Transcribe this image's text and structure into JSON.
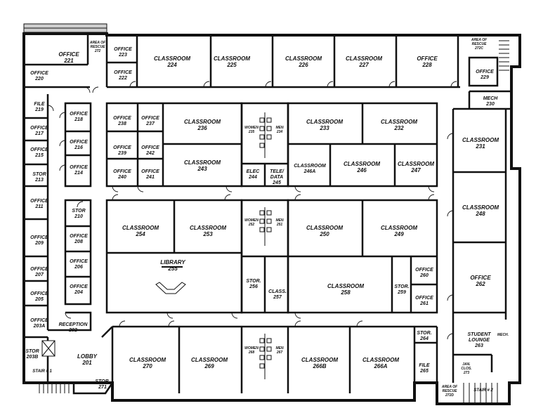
{
  "plan": {
    "rooms": [
      {
        "key": "office221",
        "name": "OFFICE",
        "number": "221"
      },
      {
        "key": "rescue272",
        "name": "AREA OF RESCUE",
        "number": "272"
      },
      {
        "key": "office223",
        "name": "OFFICE",
        "number": "223"
      },
      {
        "key": "office222",
        "name": "OFFICE",
        "number": "222"
      },
      {
        "key": "office220",
        "name": "OFFICE",
        "number": "220"
      },
      {
        "key": "class224",
        "name": "CLASSROOM",
        "number": "224"
      },
      {
        "key": "class225",
        "name": "CLASSROOM",
        "number": "225"
      },
      {
        "key": "class226",
        "name": "CLASSROOM",
        "number": "226"
      },
      {
        "key": "class227",
        "name": "CLASSROOM",
        "number": "227"
      },
      {
        "key": "office228",
        "name": "OFFICE",
        "number": "228"
      },
      {
        "key": "rescue272c",
        "name": "AREA OF RESCUE",
        "number": "272C"
      },
      {
        "key": "office229",
        "name": "OFFICE",
        "number": "229"
      },
      {
        "key": "mech230",
        "name": "MECH",
        "number": "230"
      },
      {
        "key": "file219",
        "name": "FILE",
        "number": "219"
      },
      {
        "key": "office218",
        "name": "OFFICE",
        "number": "218"
      },
      {
        "key": "office217",
        "name": "OFFICE",
        "number": "217"
      },
      {
        "key": "office216",
        "name": "OFFICE",
        "number": "216"
      },
      {
        "key": "office215",
        "name": "OFFICE",
        "number": "215"
      },
      {
        "key": "office214",
        "name": "OFFICE",
        "number": "214"
      },
      {
        "key": "stor213",
        "name": "STOR",
        "number": "213"
      },
      {
        "key": "office238",
        "name": "OFFICE",
        "number": "238"
      },
      {
        "key": "office237",
        "name": "OFFICE",
        "number": "237"
      },
      {
        "key": "office239",
        "name": "OFFICE",
        "number": "239"
      },
      {
        "key": "office242",
        "name": "OFFICE",
        "number": "242"
      },
      {
        "key": "office240",
        "name": "OFFICE",
        "number": "240"
      },
      {
        "key": "office241",
        "name": "OFFICE",
        "number": "241"
      },
      {
        "key": "class236",
        "name": "CLASSROOM",
        "number": "236"
      },
      {
        "key": "class243",
        "name": "CLASSROOM",
        "number": "243"
      },
      {
        "key": "women235",
        "name": "WOMEN",
        "number": "235"
      },
      {
        "key": "men234",
        "name": "MEN",
        "number": "234"
      },
      {
        "key": "elec244",
        "name": "ELEC",
        "number": "244"
      },
      {
        "key": "tele245",
        "name": "TELE/ DATA",
        "number": "245"
      },
      {
        "key": "class233",
        "name": "CLASSROOM",
        "number": "233"
      },
      {
        "key": "class232",
        "name": "CLASSROOM",
        "number": "232"
      },
      {
        "key": "class246a",
        "name": "CLASSROOM",
        "number": "246A"
      },
      {
        "key": "class246",
        "name": "CLASSROOM",
        "number": "246"
      },
      {
        "key": "class247",
        "name": "CLASSROOM",
        "number": "247"
      },
      {
        "key": "class231",
        "name": "CLASSROOM",
        "number": "231"
      },
      {
        "key": "office211",
        "name": "OFFICE",
        "number": "211"
      },
      {
        "key": "stor210",
        "name": "STOR",
        "number": "210"
      },
      {
        "key": "office208",
        "name": "OFFICE",
        "number": "208"
      },
      {
        "key": "office209",
        "name": "OFFICE",
        "number": "209"
      },
      {
        "key": "office206",
        "name": "OFFICE",
        "number": "206"
      },
      {
        "key": "office207",
        "name": "OFFICE",
        "number": "207"
      },
      {
        "key": "office204",
        "name": "OFFICE",
        "number": "204"
      },
      {
        "key": "office205",
        "name": "OFFICE",
        "number": "205"
      },
      {
        "key": "office203a",
        "name": "OFFICE",
        "number": "203A"
      },
      {
        "key": "reception202",
        "name": "RECEPTION",
        "number": "202"
      },
      {
        "key": "class254",
        "name": "CLASSROOM",
        "number": "254"
      },
      {
        "key": "class253",
        "name": "CLASSROOM",
        "number": "253"
      },
      {
        "key": "women252",
        "name": "WOMEN",
        "number": "252"
      },
      {
        "key": "men251",
        "name": "MEN",
        "number": "251"
      },
      {
        "key": "class250",
        "name": "CLASSROOM",
        "number": "250"
      },
      {
        "key": "class249",
        "name": "CLASSROOM",
        "number": "249"
      },
      {
        "key": "class248",
        "name": "CLASSROOM",
        "number": "248"
      },
      {
        "key": "library255",
        "name": "LIBRARY",
        "number": "255"
      },
      {
        "key": "stor256",
        "name": "STOR.",
        "number": "256"
      },
      {
        "key": "class257",
        "name": "CLASS.",
        "number": "257"
      },
      {
        "key": "class258",
        "name": "CLASSROOM",
        "number": "258"
      },
      {
        "key": "stor259",
        "name": "STOR.",
        "number": "259"
      },
      {
        "key": "office260",
        "name": "OFFICE",
        "number": "260"
      },
      {
        "key": "office261",
        "name": "OFFICE",
        "number": "261"
      },
      {
        "key": "office262",
        "name": "OFFICE",
        "number": "262"
      },
      {
        "key": "stor203b",
        "name": "STOR",
        "number": "203B"
      },
      {
        "key": "lobby201",
        "name": "LOBBY",
        "number": "201"
      },
      {
        "key": "stor271",
        "name": "STOR.",
        "number": "271"
      },
      {
        "key": "class270",
        "name": "CLASSROOM",
        "number": "270"
      },
      {
        "key": "class269",
        "name": "CLASSROOM",
        "number": "269"
      },
      {
        "key": "women268",
        "name": "WOMEN",
        "number": "268"
      },
      {
        "key": "men267",
        "name": "MEN",
        "number": "267"
      },
      {
        "key": "class266b",
        "name": "CLASSROOM",
        "number": "266B"
      },
      {
        "key": "class266a",
        "name": "CLASSROOM",
        "number": "266A"
      },
      {
        "key": "stor264",
        "name": "STOR.",
        "number": "264"
      },
      {
        "key": "file265",
        "name": "FILE",
        "number": "265"
      },
      {
        "key": "lounge263",
        "name": "STUDENT LOUNGE",
        "number": "263"
      },
      {
        "key": "janclos273",
        "name": "JAN. CLOS.",
        "number": "273"
      },
      {
        "key": "rescue272d",
        "name": "AREA OF RESCUE",
        "number": "272D"
      }
    ],
    "stairs": [
      {
        "key": "stair1",
        "text": "STAIR # 1"
      },
      {
        "key": "stair2",
        "text": "STAIR # 2"
      }
    ],
    "misc": [
      {
        "key": "mech_small",
        "text": "MECH."
      }
    ]
  }
}
